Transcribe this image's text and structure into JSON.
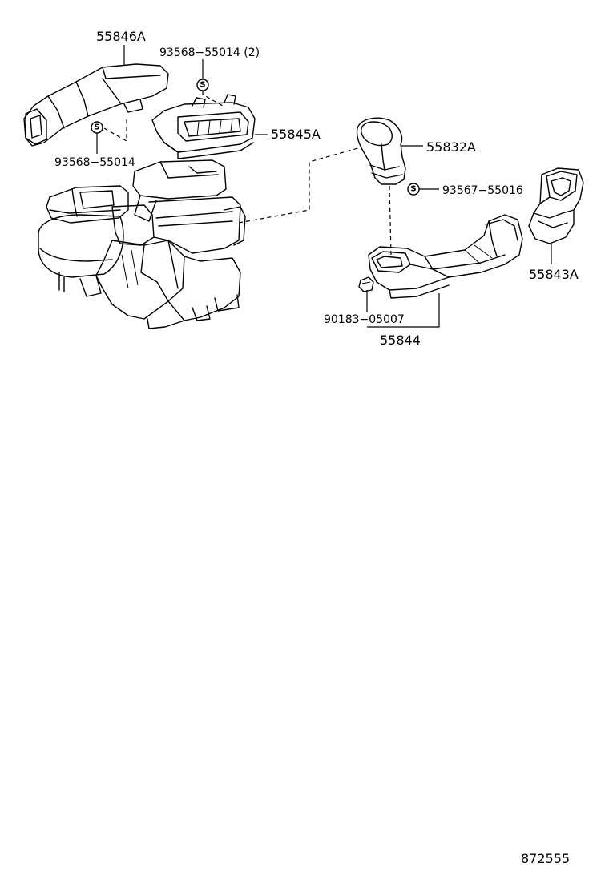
{
  "diagram": {
    "part_labels": {
      "p55846A": "55846A",
      "p93568_top": "93568−55014 (2)",
      "p93568_left": "93568−55014",
      "p55845A": "55845A",
      "p55832A": "55832A",
      "p93567": "93567−55016",
      "p55843A": "55843A",
      "p90183": "90183−05007",
      "p55844": "55844"
    },
    "screw_symbol": "S",
    "drawing_number": "872555"
  }
}
